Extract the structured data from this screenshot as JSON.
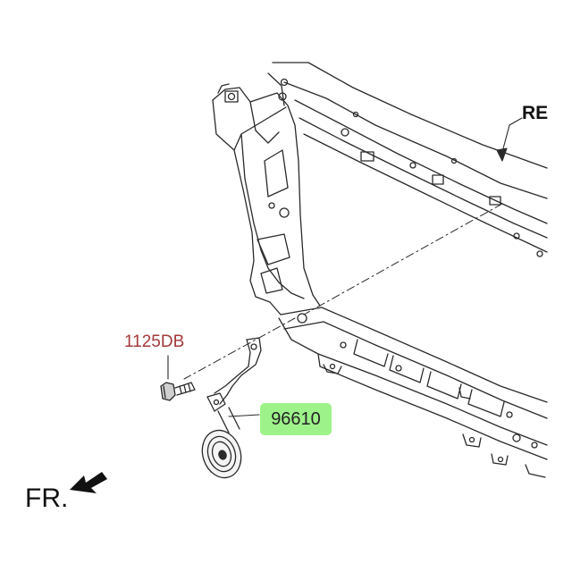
{
  "labels": {
    "bolt_part": "1125DB",
    "horn_part": "96610",
    "reference": "RE",
    "front": "FR."
  },
  "colors": {
    "line": "#2a2a2a",
    "bolt_label": "#a23a3a",
    "highlight": "#9ef28a"
  },
  "icons": {
    "front_arrow": "front-direction-arrow-icon"
  }
}
